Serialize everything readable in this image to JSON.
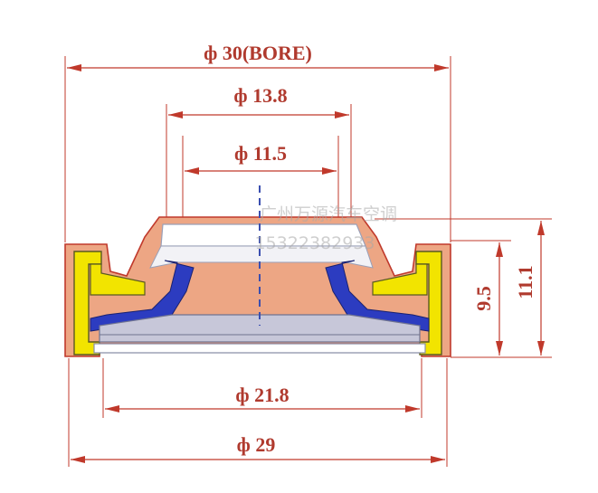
{
  "dimensions": {
    "bore": "ф 30(BORE)",
    "d13_8": "ф 13.8",
    "d11_5": "ф 11.5",
    "d21_8": "ф 21.8",
    "d29": "ф 29",
    "h9_5": "9.5",
    "h11_1": "11.1"
  },
  "watermark": {
    "line1": "广州万源汽车空调",
    "line2": "15322382933"
  },
  "colors": {
    "dimension": "#c0392b",
    "housing": "#e8a07a",
    "insert": "#f2e400",
    "lip": "#2c3cc0",
    "seal_face": "#c7c7d9"
  }
}
